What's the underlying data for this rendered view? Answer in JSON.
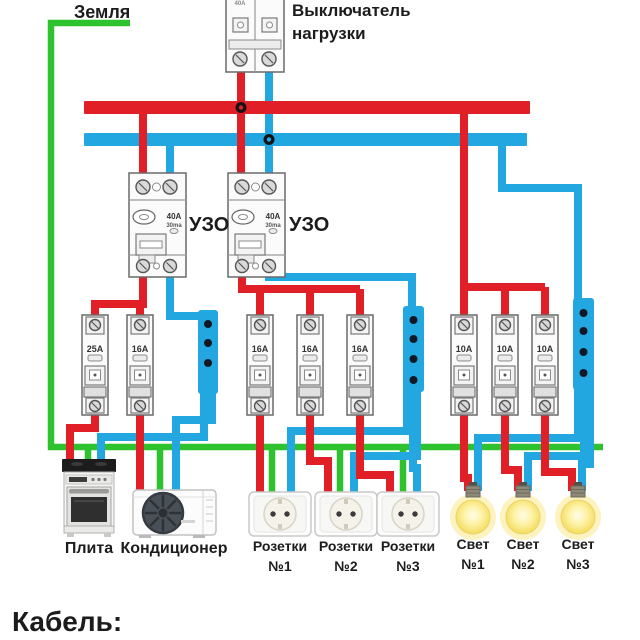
{
  "colors": {
    "phase_red": "#e01f26",
    "neutral_blue": "#23a7e0",
    "ground_green": "#2ec22e",
    "bulb_yellow": "#f7df66",
    "ink": "#1c1c1c"
  },
  "labels": {
    "earth": "Земля",
    "load_switch_line1": "Выключатель",
    "load_switch_line2": "нагрузки",
    "rcd_left": "УЗО",
    "rcd_right": "УЗО",
    "cable_heading": "Кабель:"
  },
  "devices": {
    "load_switch": {
      "rating": "40A"
    },
    "rcd_left": {
      "rating": "40A",
      "leakage": "30ma"
    },
    "rcd_right": {
      "rating": "40A",
      "leakage": "30ma"
    },
    "breakers": [
      {
        "rating": "25A"
      },
      {
        "rating": "16A"
      },
      {
        "rating": "16A"
      },
      {
        "rating": "16A"
      },
      {
        "rating": "16A"
      },
      {
        "rating": "10A"
      },
      {
        "rating": "10A"
      },
      {
        "rating": "10A"
      }
    ]
  },
  "loads": {
    "stove_label": "Плита",
    "ac_label": "Кондиционер",
    "sockets": [
      {
        "line1": "Розетки",
        "line2": "№1"
      },
      {
        "line1": "Розетки",
        "line2": "№2"
      },
      {
        "line1": "Розетки",
        "line2": "№3"
      }
    ],
    "lights": [
      {
        "line1": "Свет",
        "line2": "№1"
      },
      {
        "line1": "Свет",
        "line2": "№2"
      },
      {
        "line1": "Свет",
        "line2": "№3"
      }
    ]
  }
}
